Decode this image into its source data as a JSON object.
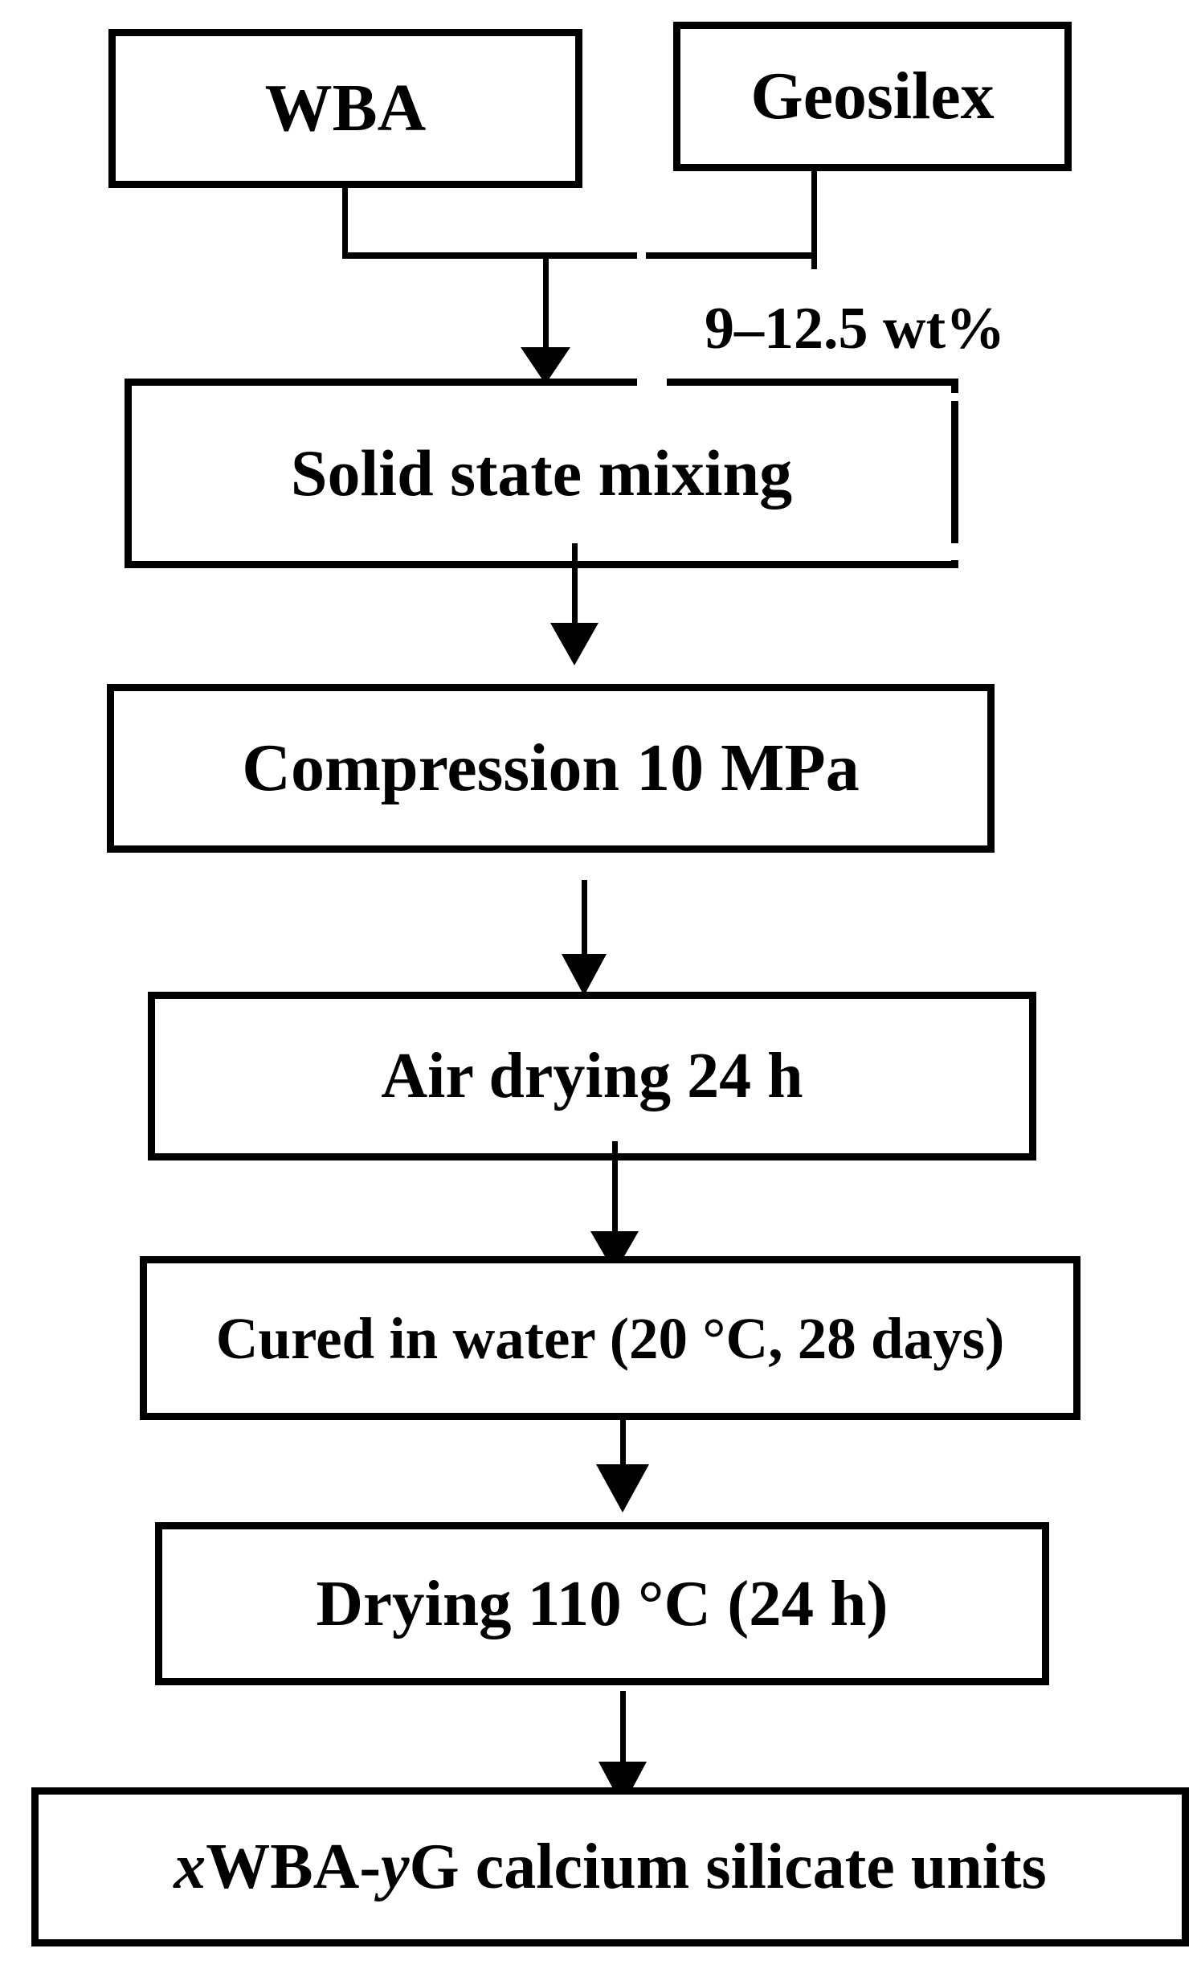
{
  "flowchart": {
    "colors": {
      "background": "#ffffff",
      "line": "#000000",
      "text": "#000000"
    },
    "inputs": [
      {
        "id": "wba",
        "label": "WBA"
      },
      {
        "id": "geosilex",
        "label": "Geosilex"
      }
    ],
    "mix_ratio_annotation": "9–12.5 wt%",
    "steps": [
      {
        "id": "solid-state-mixing",
        "label": "Solid state mixing"
      },
      {
        "id": "compression",
        "label": "Compression 10 MPa"
      },
      {
        "id": "air-drying",
        "label": "Air drying 24 h"
      },
      {
        "id": "water-curing",
        "label": "Cured in water (20 °C, 28 days)"
      },
      {
        "id": "oven-drying",
        "label": "Drying 110 °C (24 h)"
      }
    ],
    "output": {
      "id": "product",
      "full_label": "xWBA-yG calcium silicate units",
      "parts": [
        {
          "text": "x",
          "style": "italic"
        },
        {
          "text": "WBA-",
          "style": "bold"
        },
        {
          "text": "y",
          "style": "italic"
        },
        {
          "text": "G calcium silicate units",
          "style": "bold"
        }
      ]
    }
  }
}
